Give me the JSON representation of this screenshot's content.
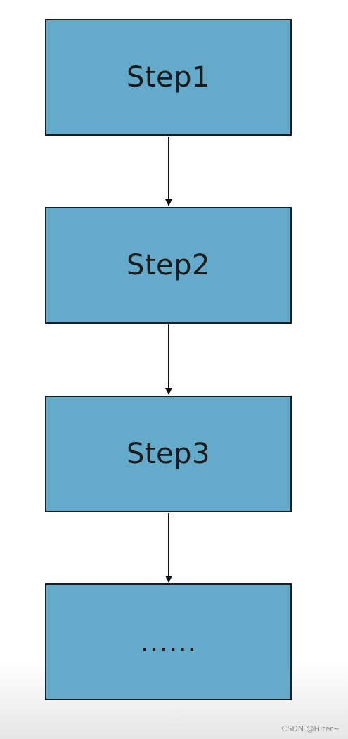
{
  "diagram": {
    "steps": [
      {
        "label": "Step1"
      },
      {
        "label": "Step2"
      },
      {
        "label": "Step3"
      },
      {
        "label": "……"
      }
    ]
  },
  "watermark": "CSDN @Filter~",
  "colors": {
    "box_fill": "#64aacb",
    "box_border": "#1b1b1b",
    "arrow": "#111111"
  }
}
